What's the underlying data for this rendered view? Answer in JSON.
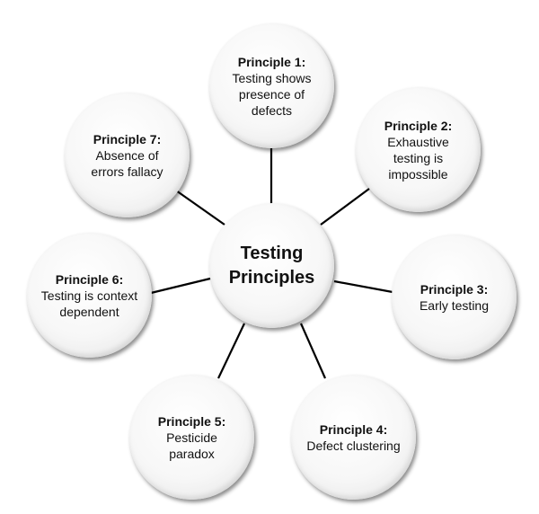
{
  "center": {
    "title": "Testing Principles"
  },
  "principles": [
    {
      "title": "Principle 1:",
      "text": "Testing shows presence of defects"
    },
    {
      "title": "Principle 2:",
      "text": "Exhaustive testing is impossible"
    },
    {
      "title": "Principle 3:",
      "text": "Early testing"
    },
    {
      "title": "Principle 4:",
      "text": "Defect clustering"
    },
    {
      "title": "Principle 5:",
      "text": "Pesticide paradox"
    },
    {
      "title": "Principle 6:",
      "text": "Testing is context dependent"
    },
    {
      "title": "Principle 7:",
      "text": "Absence of errors fallacy"
    }
  ],
  "colors": {
    "connector": "#000000",
    "text": "#111111"
  }
}
